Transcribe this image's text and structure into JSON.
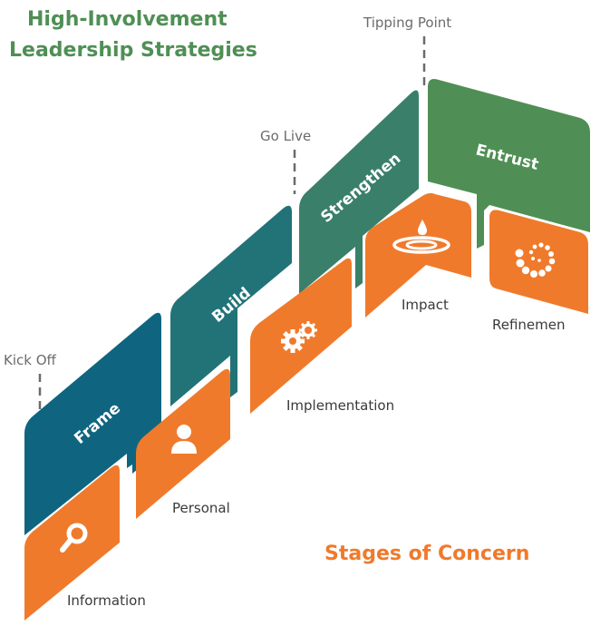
{
  "titles": {
    "strategies_line1": "High-Involvement",
    "strategies_line2": "Leadership Strategies",
    "concern": "Stages of Concern"
  },
  "milestones": {
    "kick_off": "Kick Off",
    "go_live": "Go Live",
    "tipping_point": "Tipping Point"
  },
  "strategies": {
    "frame": "Frame",
    "build": "Build",
    "strengthen": "Strengthen",
    "entrust": "Entrust"
  },
  "concerns": {
    "information": {
      "label": "Information",
      "icon": "magnifier-icon"
    },
    "personal": {
      "label": "Personal",
      "icon": "person-icon"
    },
    "implementation": {
      "label": "Implementation",
      "icon": "gears-icon"
    },
    "impact": {
      "label": "Impact",
      "icon": "ripple-icon"
    },
    "refinement": {
      "label": "Refinemen",
      "icon": "spiral-icon"
    }
  },
  "colors": {
    "frame": "#0f6580",
    "build": "#217378",
    "strengthen": "#3a7f69",
    "entrust": "#4f8f55",
    "concern": "#f07a2b",
    "strategies_title": "#4f8f55",
    "concern_title": "#f07a2b"
  }
}
